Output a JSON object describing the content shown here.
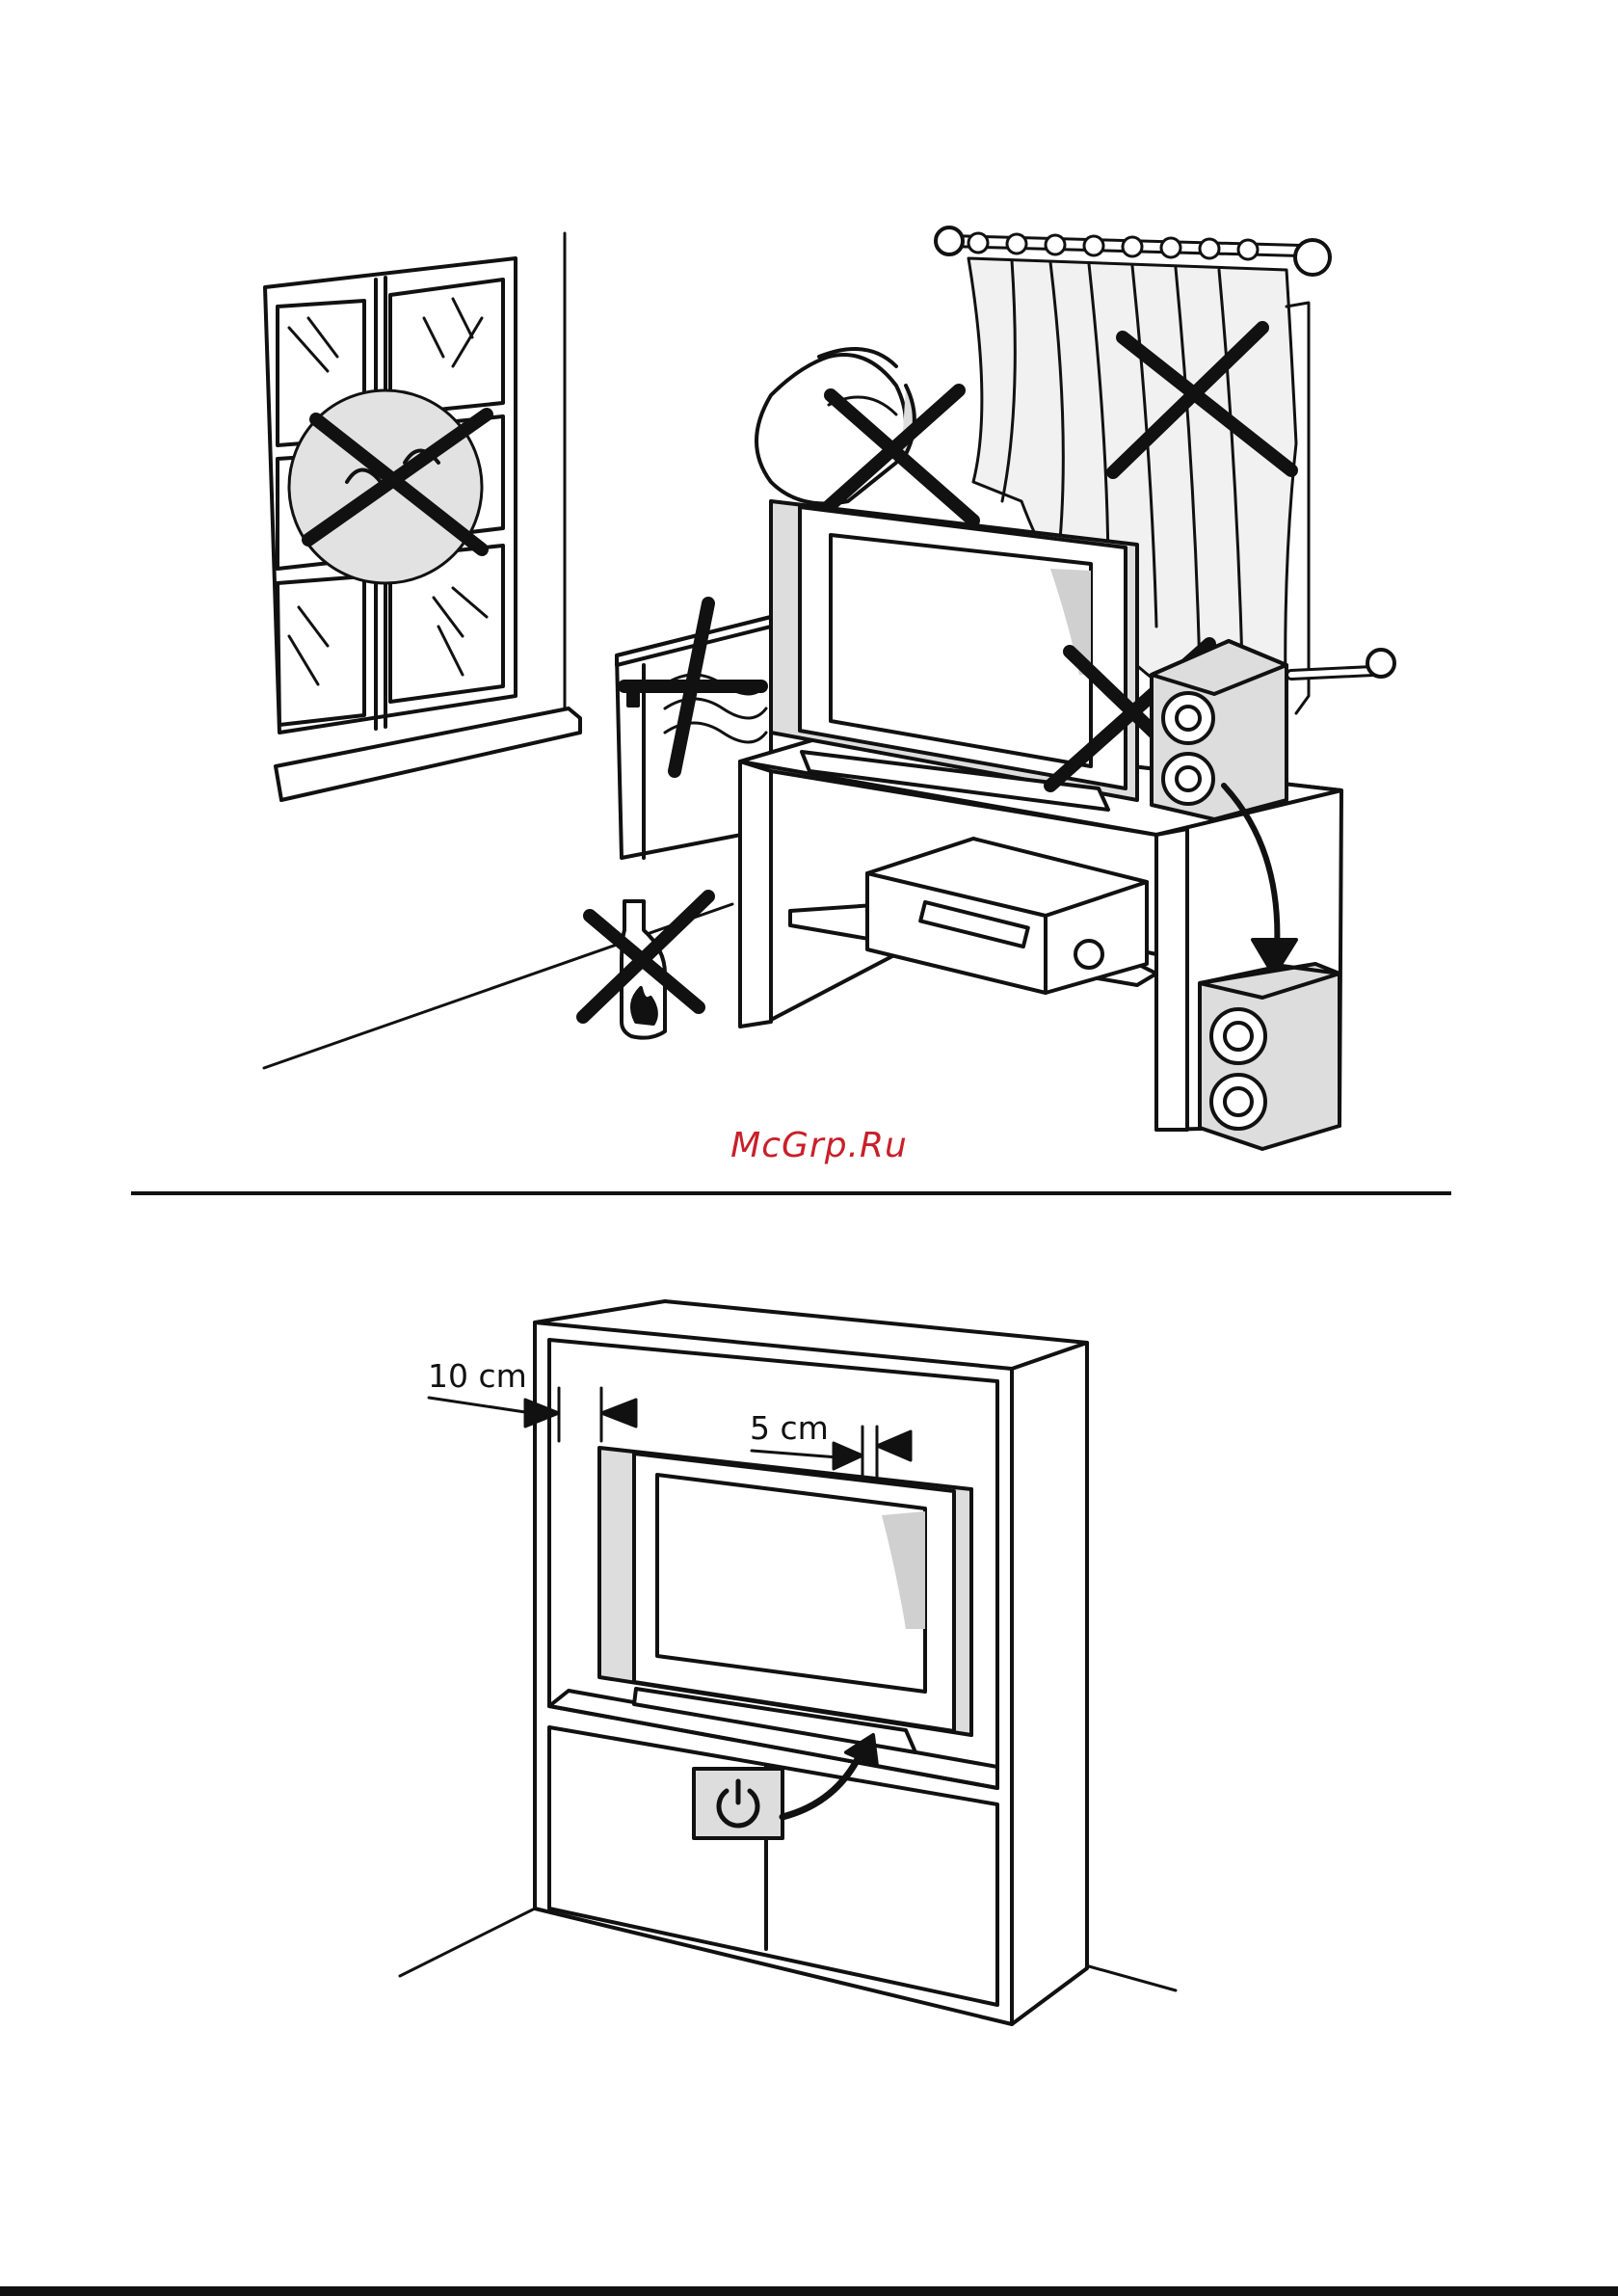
{
  "watermark": {
    "text": "McGrp.Ru",
    "color": "#c8202a"
  },
  "clearances": {
    "side_label": "10 cm",
    "top_label": "5 cm"
  },
  "icons": {
    "power": "power-icon",
    "prohibited": "cross-mark-icon"
  },
  "colors": {
    "line": "#111111",
    "grey_fill": "#e4e4e4",
    "dark_grey": "#bdbdbd"
  }
}
